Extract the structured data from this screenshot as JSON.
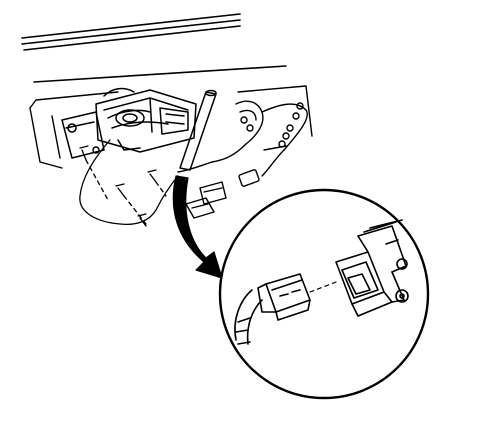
{
  "diagram": {
    "kind": "exploded-view line illustration",
    "ink_color": "#000000",
    "paper_color": "#ffffff",
    "parts": [
      {
        "name": "roof-rail-trim"
      },
      {
        "name": "headliner-panel"
      },
      {
        "name": "mounting-bracket"
      },
      {
        "name": "actuator-motor-assembly"
      },
      {
        "name": "wiring-harness"
      },
      {
        "name": "retaining-screws"
      },
      {
        "name": "electrical-connector"
      },
      {
        "name": "detail-callout-circle"
      },
      {
        "name": "callout-arrow"
      },
      {
        "name": "harness-plug"
      },
      {
        "name": "sensor-switch"
      }
    ]
  }
}
